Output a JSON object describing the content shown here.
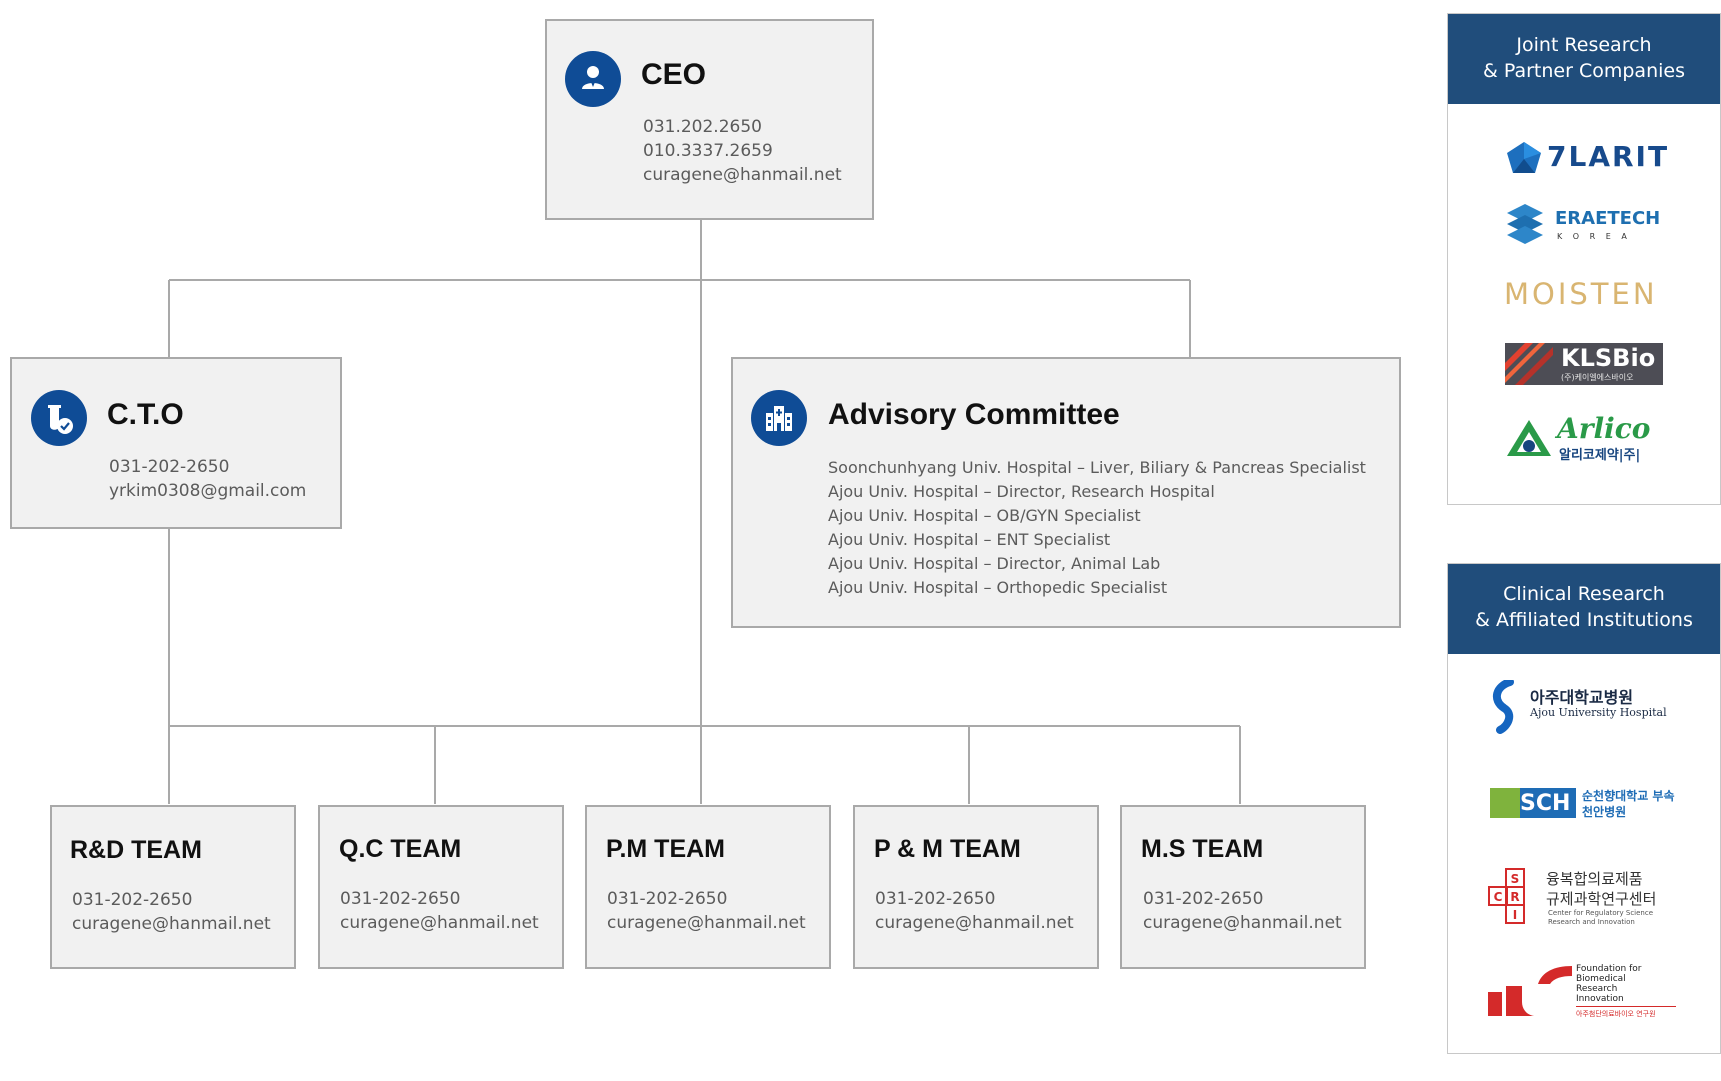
{
  "ceo": {
    "title": "CEO",
    "icon": "person-icon",
    "lines": [
      "031.202.2650",
      "010.3337.2659",
      "curagene@hanmail.net"
    ]
  },
  "cto": {
    "title": "C.T.O",
    "icon": "flask-check-icon",
    "lines": [
      "031-202-2650",
      "yrkim0308@gmail.com"
    ]
  },
  "advisory": {
    "title": "Advisory Committee",
    "icon": "hospital-icon",
    "lines": [
      "Soonchunhyang Univ. Hospital – Liver, Biliary & Pancreas Specialist",
      "Ajou Univ. Hospital – Director, Research Hospital",
      "Ajou Univ. Hospital – OB/GYN Specialist",
      "Ajou Univ. Hospital – ENT Specialist",
      "Ajou Univ. Hospital – Director, Animal Lab",
      "Ajou Univ. Hospital – Orthopedic Specialist"
    ]
  },
  "teams": [
    {
      "title": "R&D TEAM",
      "phone": "031-202-2650",
      "email": "curagene@hanmail.net"
    },
    {
      "title": "Q.C TEAM",
      "phone": "031-202-2650",
      "email": "curagene@hanmail.net"
    },
    {
      "title": "P.M TEAM",
      "phone": "031-202-2650",
      "email": "curagene@hanmail.net"
    },
    {
      "title": "P & M TEAM",
      "phone": "031-202-2650",
      "email": "curagene@hanmail.net"
    },
    {
      "title": "M.S TEAM",
      "phone": "031-202-2650",
      "email": "curagene@hanmail.net"
    }
  ],
  "partners": {
    "heading": [
      "Joint Research",
      "& Partner Companies"
    ],
    "logos": {
      "flarit": "7LARIT",
      "eraetech": "ERAETECH",
      "eraetech_sub": "K O R E A",
      "moisten": "MOISTEN",
      "klsbio": "KLSBio",
      "klsbio_sub": "(주)케이엘에스바이오",
      "arlico": "Arlico",
      "arlico_sub": "알리코제약|주|"
    }
  },
  "clinical": {
    "heading": [
      "Clinical Research",
      "& Affiliated Institutions"
    ],
    "logos": {
      "ajou_ko": "아주대학교병원",
      "ajou_en": "Ajou University Hospital",
      "sch_mark": "SCH",
      "sch_ko1": "순천향대학교 부속",
      "sch_ko2": "천안병원",
      "cri_ko1": "융복합의료제품",
      "cri_ko2": "규제과학연구센터",
      "cri_en1": "Center for Regulatory Science",
      "cri_en2": "Research and Innovation",
      "fbri_en1": "Foundation for",
      "fbri_en2": "Biomedical",
      "fbri_en3": "Research",
      "fbri_en4": "Innovation",
      "fbri_ko": "아주첨단의료바이오 연구원"
    }
  },
  "colors": {
    "accent": "#0f4c96",
    "panel_header": "#204d7b",
    "box_fill": "#f1f1f1",
    "line": "#a9a9a9"
  }
}
